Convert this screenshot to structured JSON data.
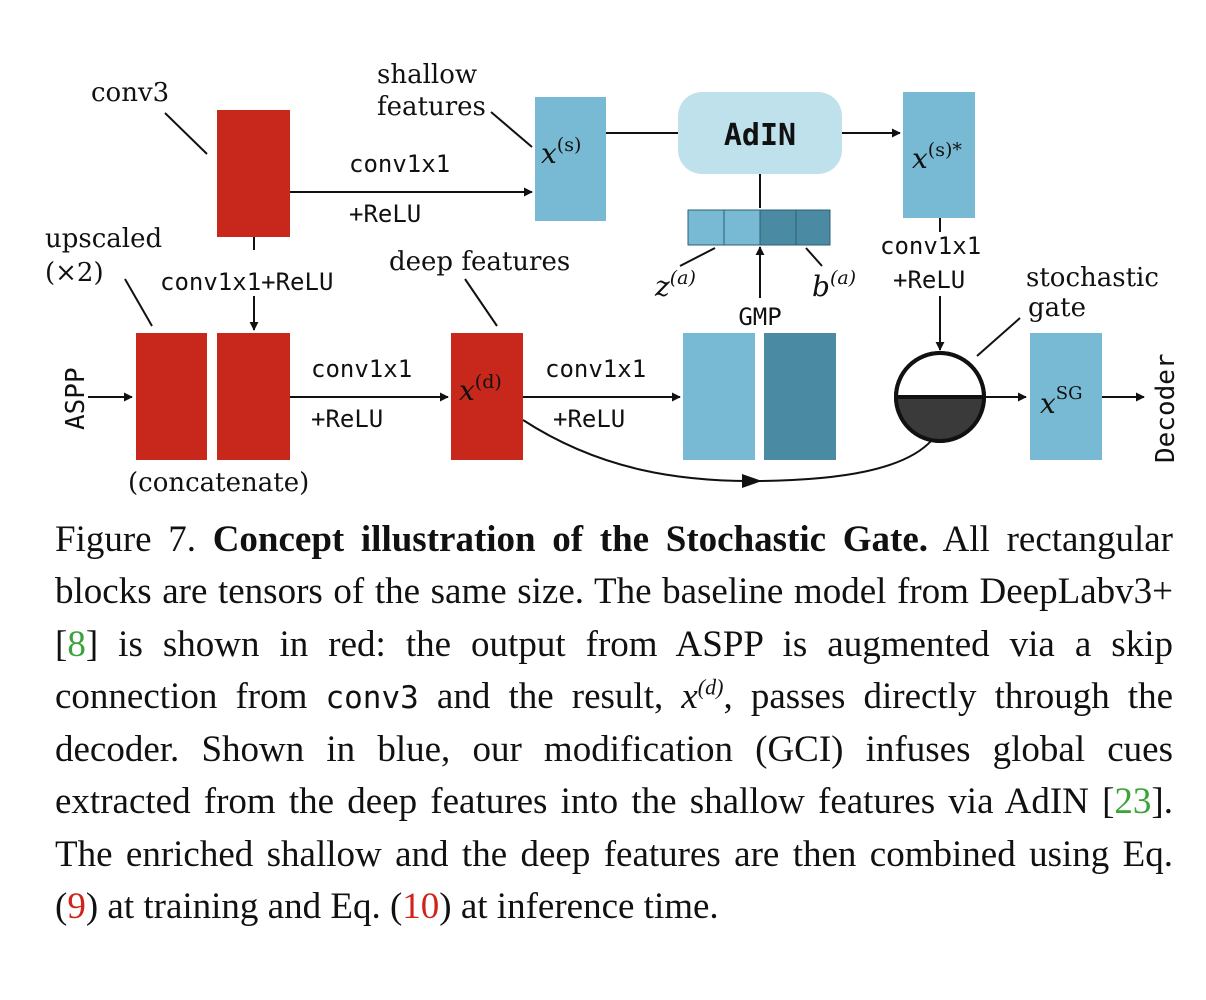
{
  "diagram": {
    "colors": {
      "red": "#c8271c",
      "blue_light": "#78bad3",
      "blue_dark": "#4a8aa3",
      "adin_fill": "#bfe1ec",
      "gate_dark": "#3a3a3a"
    },
    "labels": {
      "conv3": "conv3",
      "shallow_features_line1": "shallow",
      "shallow_features_line2": "features",
      "x_s": "x",
      "x_s_sup": "(s)",
      "adin": "AdIN",
      "x_s_star": "x",
      "x_s_star_sup": "(s)*",
      "conv1x1_top": "conv1x1",
      "relu_top": "+ReLU",
      "upscaled_line1": "upscaled",
      "upscaled_line2": "(×2)",
      "conv1x1_relu_vertical": "conv1x1+ReLU",
      "deep_features": "deep features",
      "z_a": "z",
      "z_a_sup": "(a)",
      "b_a": "b",
      "b_a_sup": "(a)",
      "gmp": "GMP",
      "conv1x1_right": "conv1x1",
      "relu_right": "+ReLU",
      "stochastic_gate_line1": "stochastic",
      "stochastic_gate_line2": "gate",
      "aspp": "ASPP",
      "conv1x1_mid1": "conv1x1",
      "relu_mid1": "+ReLU",
      "x_d": "x",
      "x_d_sup": "(d)",
      "conv1x1_mid2": "conv1x1",
      "relu_mid2": "+ReLU",
      "x_sg": "x",
      "x_sg_sup": "SG",
      "decoder": "Decoder",
      "concatenate": "(concatenate)"
    }
  },
  "caption": {
    "figure_label": "Figure 7.",
    "title": "Concept illustration of the Stochastic Gate.",
    "t1": " All rectangular blocks are tensors of the same size. The baseline model from DeepLabv3+ [",
    "ref1": "8",
    "t2": "] is shown in red: the output from ASPP is augmented via a skip connection from ",
    "code1": "conv3",
    "t3": " and the result, ",
    "math1": "x",
    "math1_sup": "(d)",
    "t4": ", passes directly through the decoder. Shown in blue, our modification (GCI) infuses global cues extracted from the deep features into the shallow features via AdIN [",
    "ref2": "23",
    "t5": "]. The enriched shallow and the deep features are then combined using Eq. (",
    "ref3": "9",
    "t6": ") at training and Eq. (",
    "ref4": "10",
    "t7": ") at inference time."
  }
}
